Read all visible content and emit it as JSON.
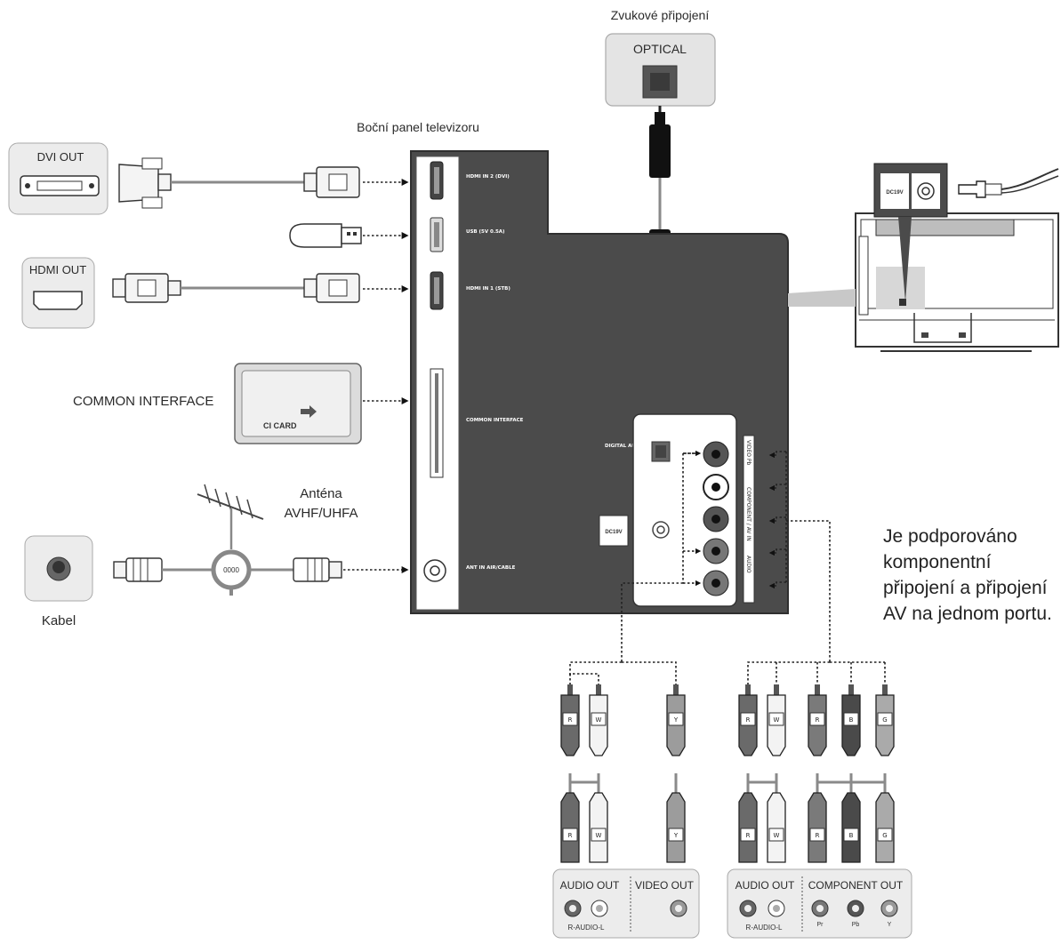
{
  "labels": {
    "audio_connection": "Zvukové připojení",
    "optical_box": "OPTICAL",
    "side_panel": "Boční panel televizoru",
    "dvi_out": "DVI OUT",
    "hdmi_out": "HDMI OUT",
    "common_interface": "COMMON INTERFACE",
    "ci_card": "CI CARD",
    "antenna": "Anténa",
    "antenna_type": "AVHF/UHFA",
    "cable": "Kabel",
    "splitter": "0000",
    "note": "Je podporováno komponentní připojení a připojení AV na jednom portu."
  },
  "panel_ports": {
    "hdmi2": "HDMI IN 2 (DVI)",
    "usb": "USB (5V 0.5A)",
    "hdmi1": "HDMI IN 1 (STB)",
    "common_interface": "COMMON INTERFACE",
    "ant_in": "ANT IN AIR/CABLE",
    "digital_audio_out": "DIGITAL AUDIO OUT (OPTICAL)",
    "dc19v": "DC19V",
    "component_av_in": "COMPONENT / AV IN",
    "video_pb": "VIDEO Pb",
    "audio": "AUDIO"
  },
  "tv_dc": "DC19V",
  "plug_letters": {
    "r": "R",
    "w": "W",
    "y": "Y",
    "pr": "R",
    "pb": "B",
    "g": "G"
  },
  "device_boxes": {
    "av_device": {
      "audio_out": "AUDIO OUT",
      "video_out": "VIDEO OUT",
      "audio_sub": "R-AUDIO-L"
    },
    "component_device": {
      "audio_out": "AUDIO OUT",
      "component_out": "COMPONENT OUT",
      "audio_sub": "R-AUDIO-L",
      "pr": "Pr",
      "pb": "Pb",
      "y": "Y"
    }
  }
}
